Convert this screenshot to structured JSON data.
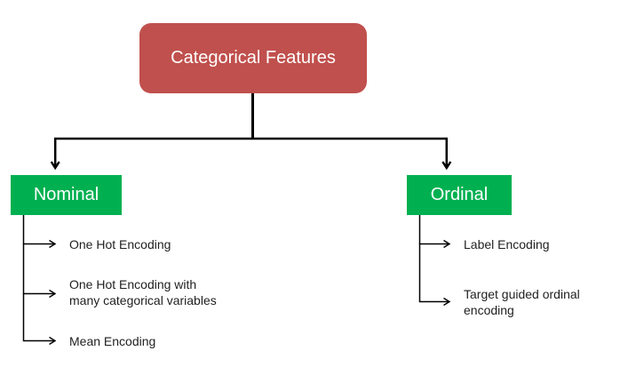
{
  "diagram": {
    "root": {
      "label": "Categorical Features"
    },
    "branches": [
      {
        "label": "Nominal",
        "items": [
          {
            "text": "One Hot Encoding"
          },
          {
            "text": "One Hot Encoding with\nmany categorical variables"
          },
          {
            "text": "Mean Encoding"
          }
        ]
      },
      {
        "label": "Ordinal",
        "items": [
          {
            "text": "Label Encoding"
          },
          {
            "text": "Target guided ordinal\nencoding"
          }
        ]
      }
    ]
  },
  "colors": {
    "root_fill": "#C0504D",
    "branch_fill": "#00B050",
    "connector": "#000000",
    "item_text": "#1F1F1F",
    "node_text": "#FFFFFF"
  }
}
